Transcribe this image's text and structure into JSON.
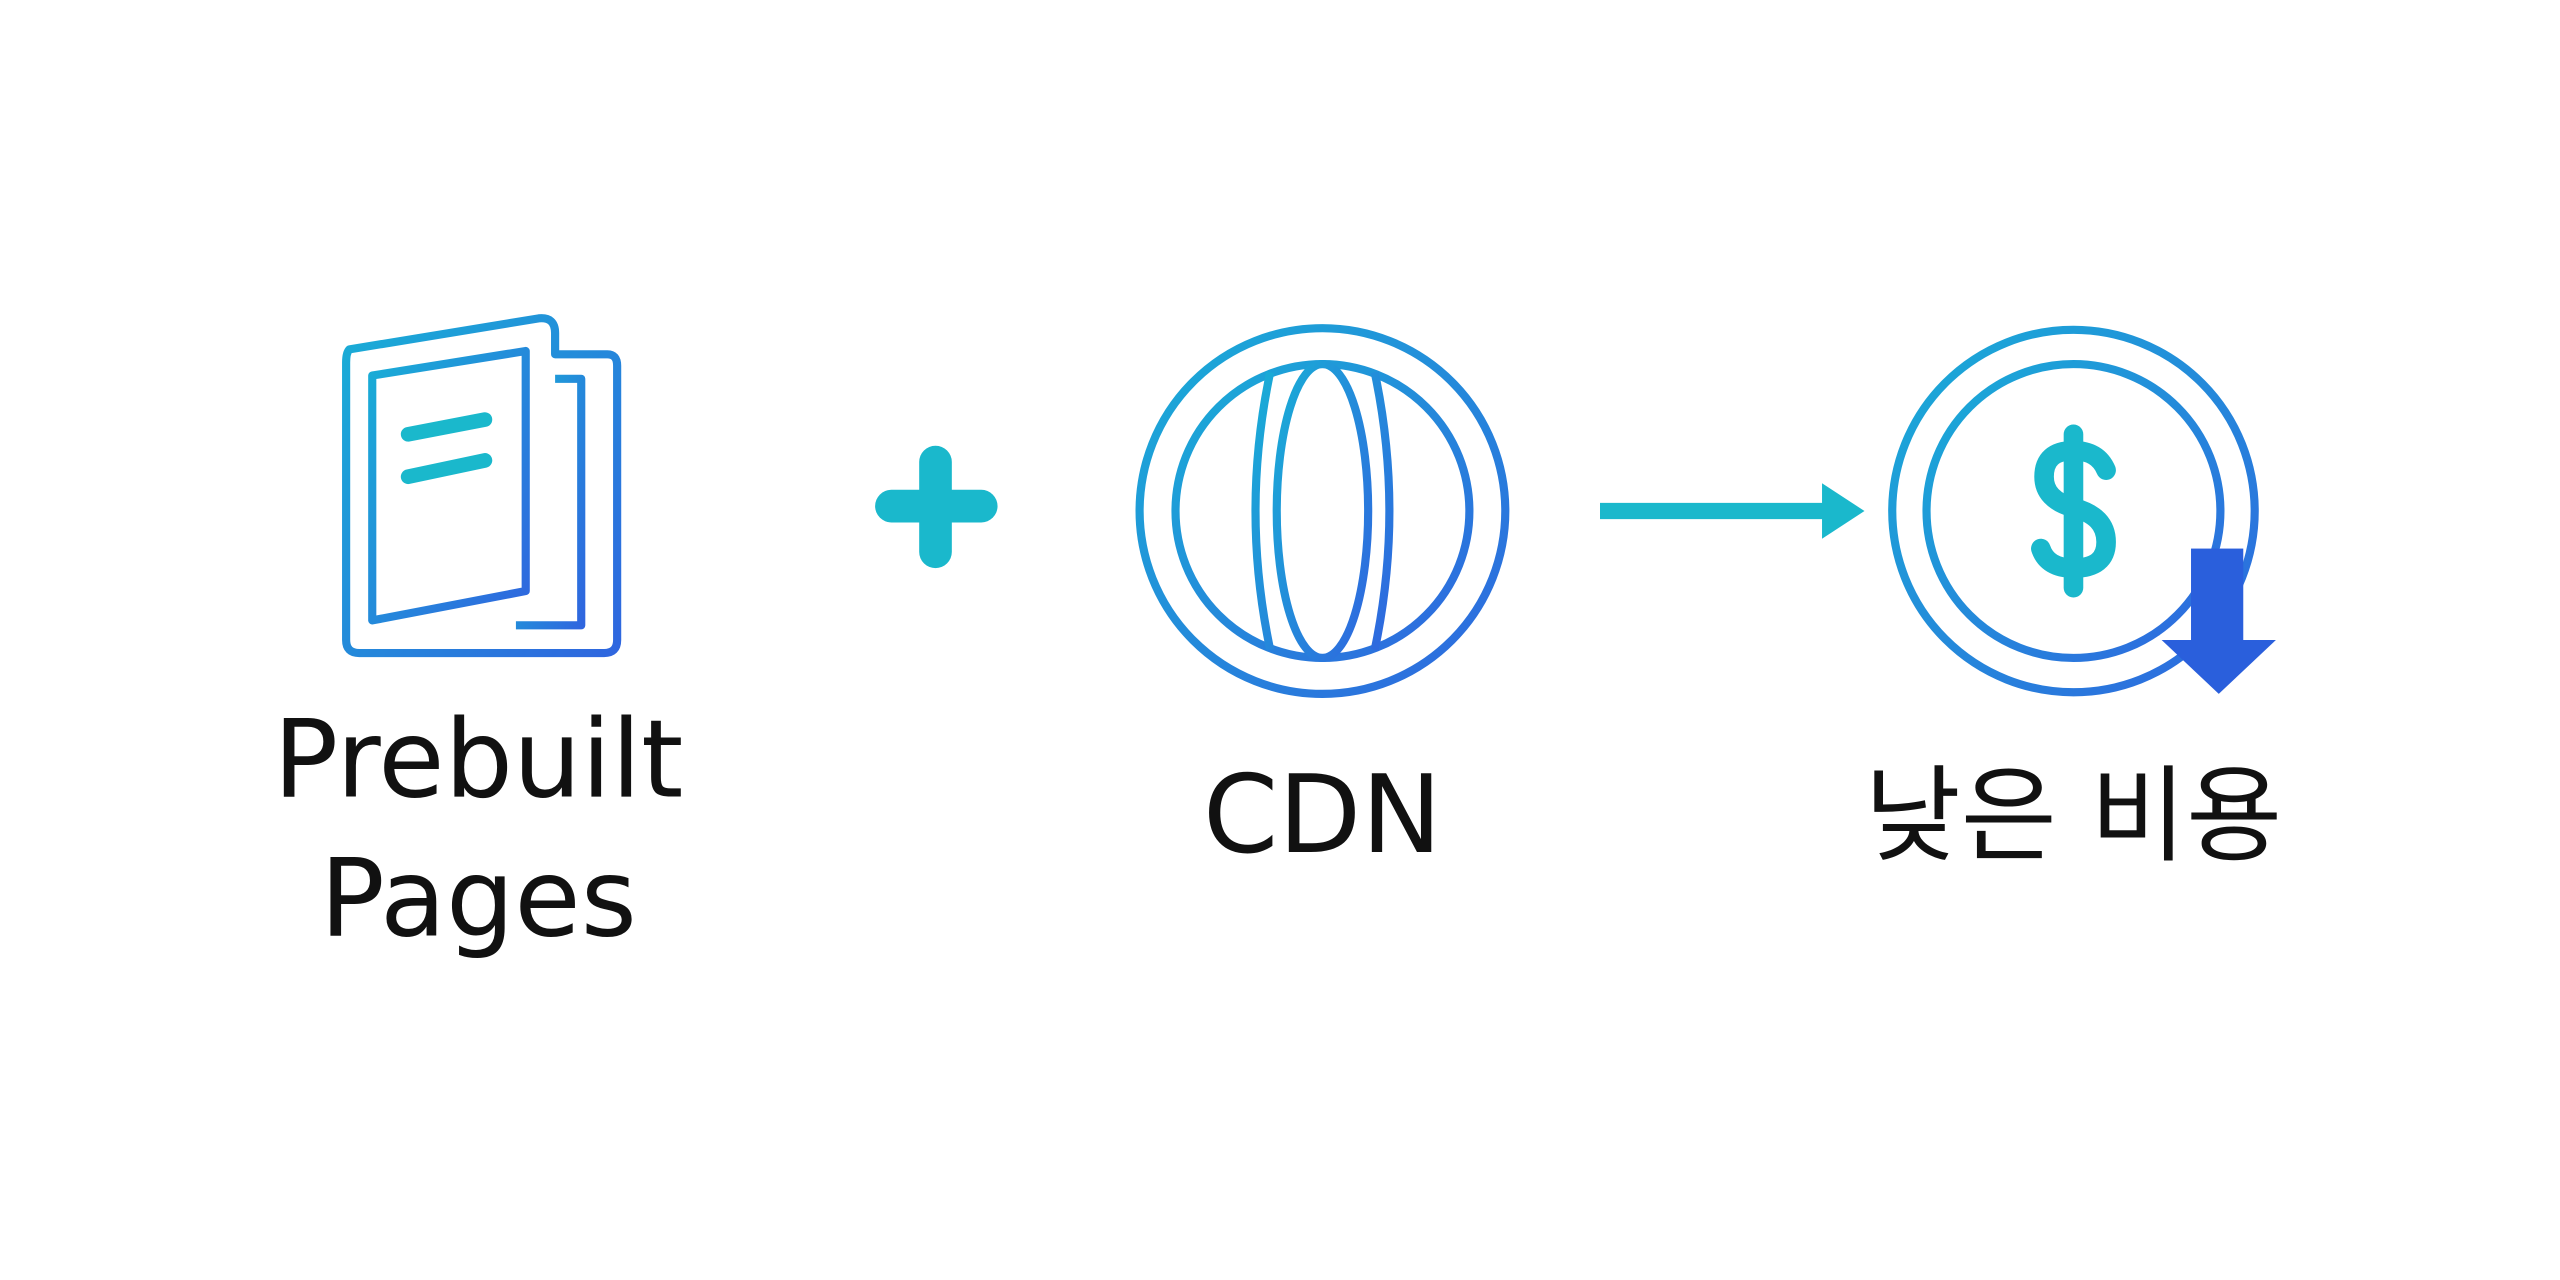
{
  "items": [
    {
      "label_line1": "Prebuilt",
      "label_line2": "Pages",
      "icon": "pages-icon"
    },
    {
      "operator": "plus-icon"
    },
    {
      "label": "CDN",
      "icon": "globe-icon"
    },
    {
      "operator": "arrow-right-icon"
    },
    {
      "label": "낮은 비용",
      "icon": "dollar-coin-decrease-icon"
    }
  ],
  "colors": {
    "cyan": "#1ab8cc",
    "gradient_start": "#19aed6",
    "gradient_end": "#2f66df",
    "down_arrow": "#2a5fdc"
  }
}
